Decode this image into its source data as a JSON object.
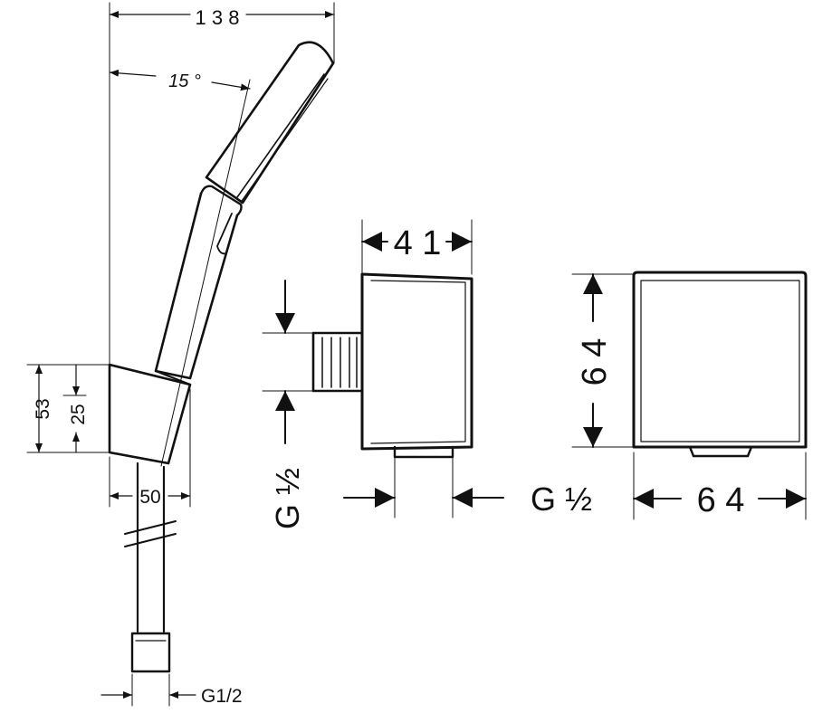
{
  "dimensions": {
    "overall_width": "1 3 8",
    "angle": "15 °",
    "holder_height": "53",
    "holder_offset": "25",
    "holder_depth": "50",
    "hose_thread": "G1/2",
    "outlet_side_width": "4 1",
    "outlet_side_thread": "G ½",
    "outlet_bottom_thread": "G ½",
    "outlet_front_height": "6 4",
    "outlet_front_width": "6 4"
  },
  "colors": {
    "line": "#111111",
    "background": "#ffffff"
  }
}
